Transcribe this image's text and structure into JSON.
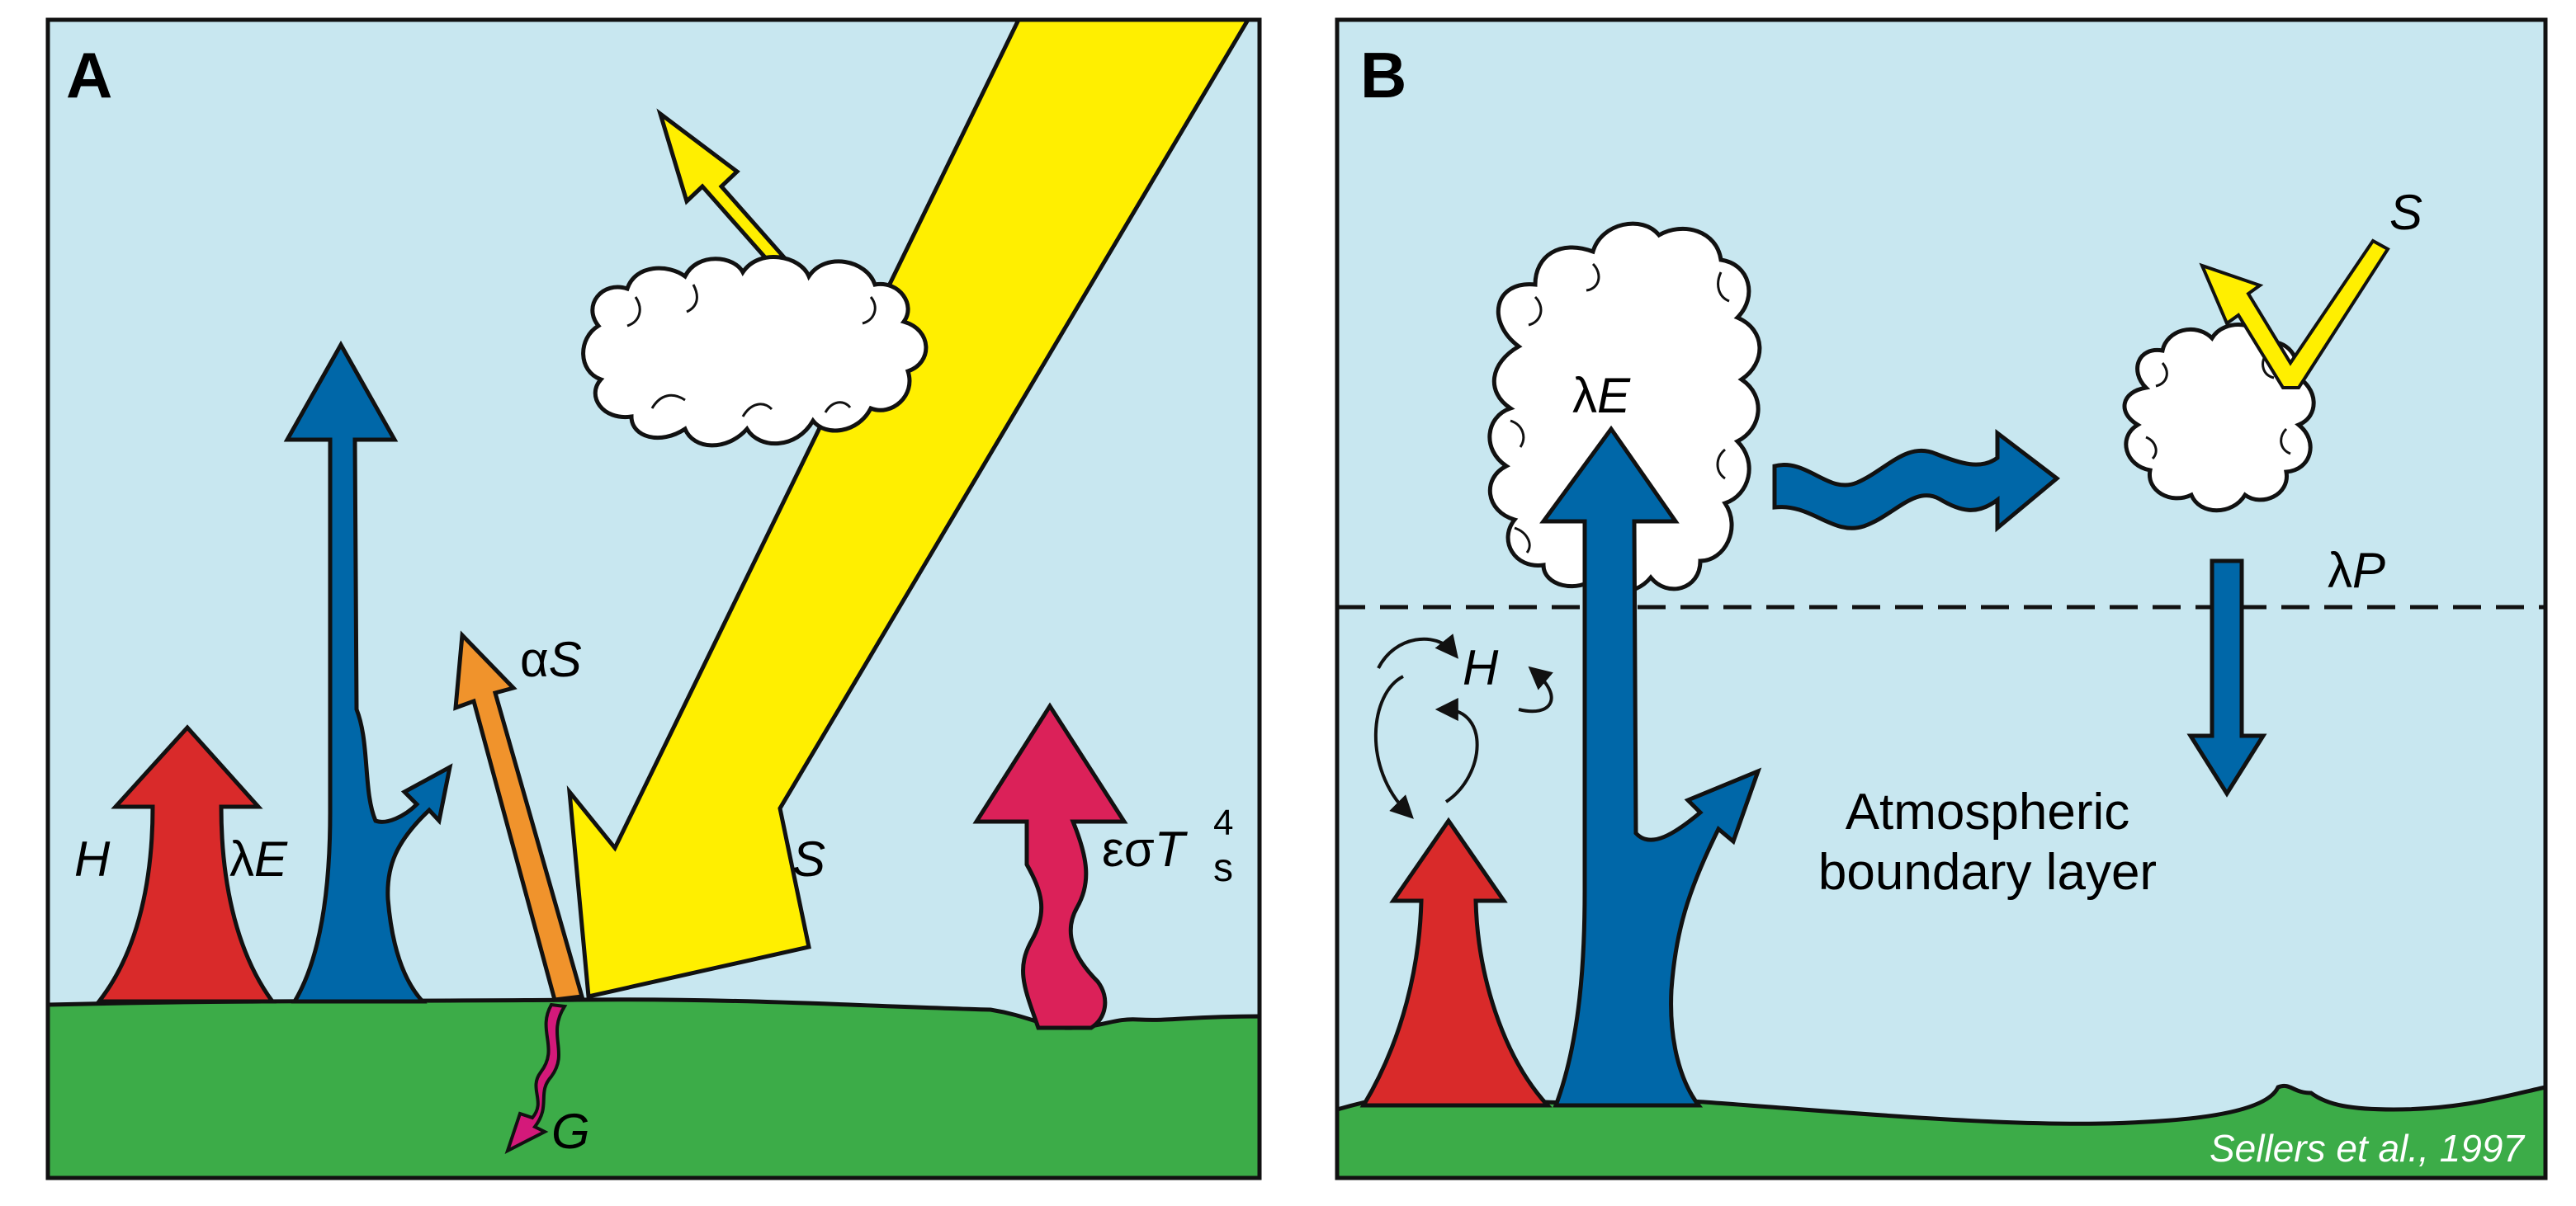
{
  "colors": {
    "sky": "#c8e7f0",
    "ground": "#3cac48",
    "sensible_heat": "#d92a2a",
    "latent_heat": "#0067a8",
    "solar": "#ffef00",
    "albedo": "#f0932c",
    "longwave": "#db2159",
    "ground_flux": "#d4197a",
    "cloud": "#ffffff",
    "outline": "#111111"
  },
  "panelA": {
    "letter": "A",
    "labels": {
      "H": "H",
      "lambda": "λ",
      "E": "E",
      "alpha": "α",
      "S_refl": "S",
      "S": "S",
      "eps_sigma": "εσ",
      "T": "T",
      "sup": "4",
      "sub": "s",
      "G": "G"
    }
  },
  "panelB": {
    "letter": "B",
    "labels": {
      "S": "S",
      "lambda_E": "λ",
      "E": "E",
      "lambda_P": "λ",
      "P": "P",
      "H": "H",
      "abl_line1": "Atmospheric",
      "abl_line2": "boundary layer"
    },
    "credit": "Sellers et al., 1997"
  }
}
